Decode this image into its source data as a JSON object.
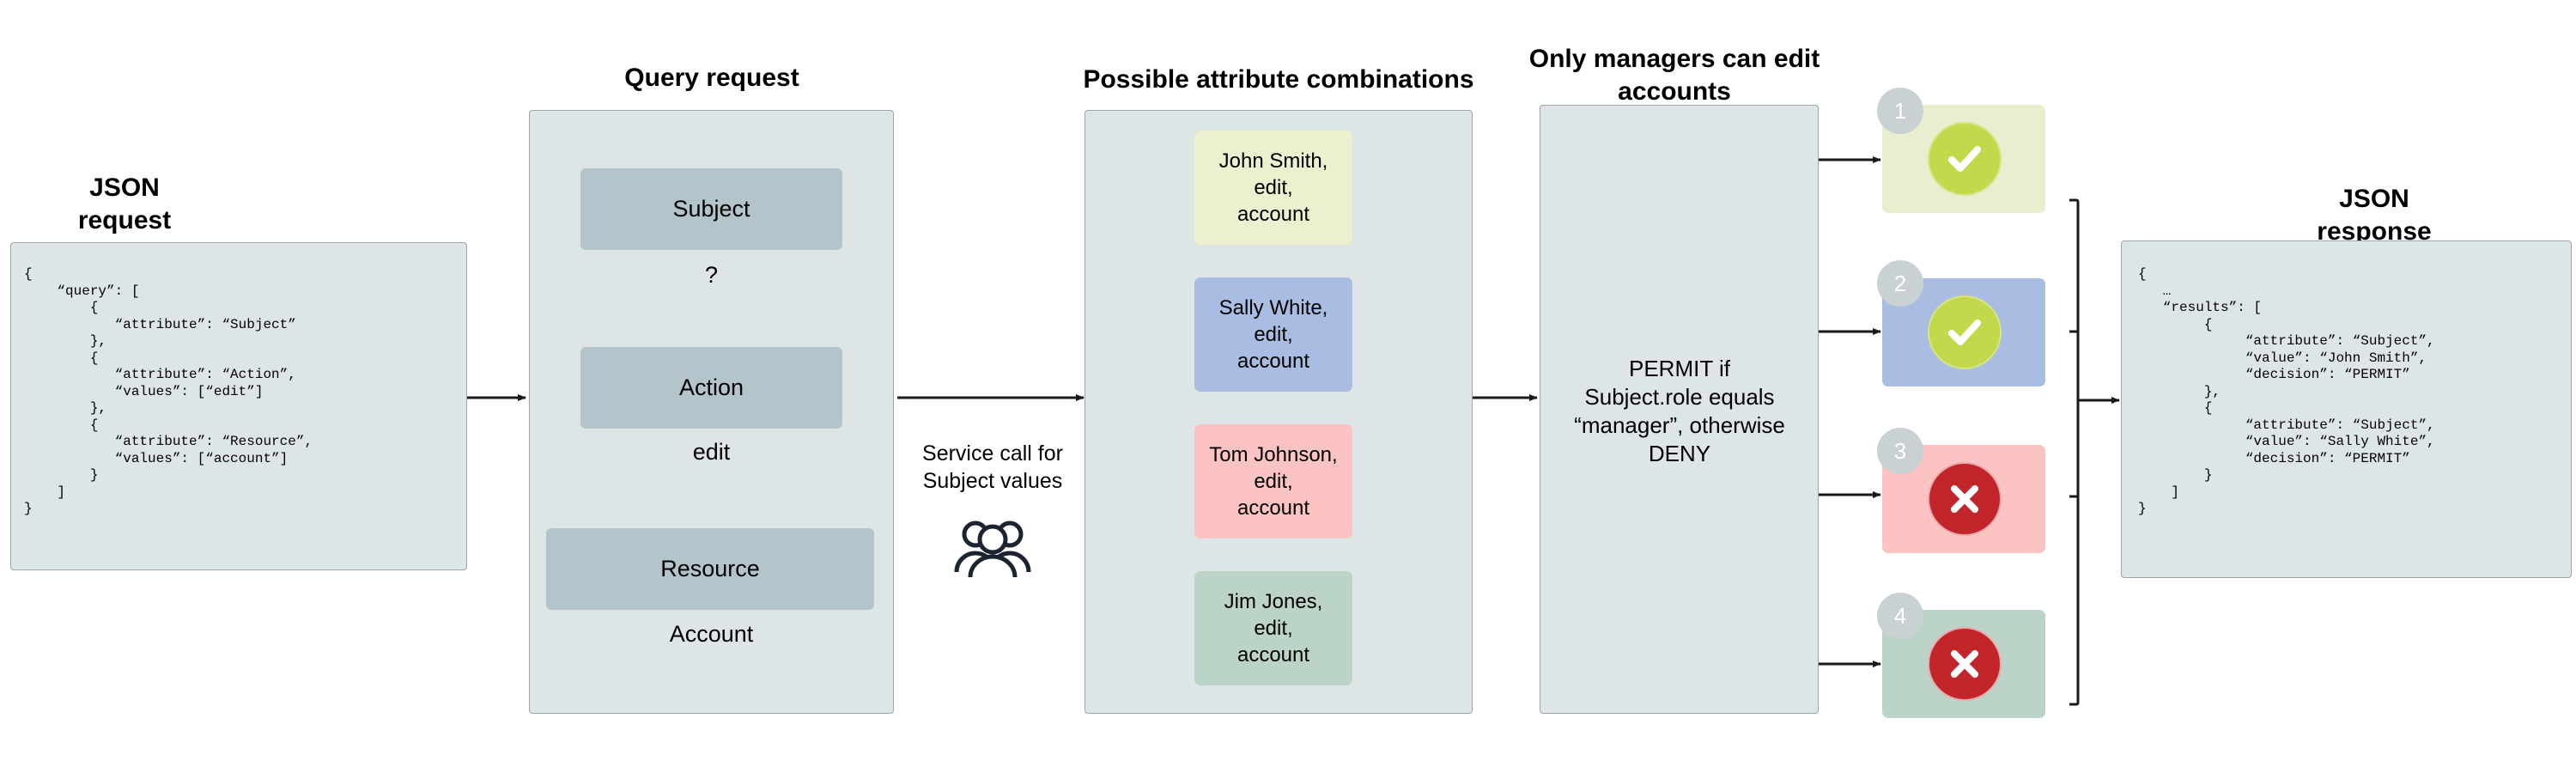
{
  "diagram": {
    "title_json_request": "JSON\nrequest",
    "title_query_request": "Query request",
    "title_combinations": "Possible attribute combinations",
    "title_policy": "Only managers can edit\naccounts",
    "title_json_response": "JSON\nresponse"
  },
  "json_request": {
    "code": "{\n    “query”: [\n        {\n           “attribute”: “Subject”\n        },\n        {\n           “attribute”: “Action”,\n           “values”: [“edit”]\n        },\n        {\n           “attribute”: “Resource”,\n           “values”: [“account”]\n        }\n    ]\n}"
  },
  "json_response": {
    "code": "{\n   …\n   “results”: [\n        {\n             “attribute”: “Subject”,\n             “value”: “John Smith”,\n             “decision”: “PERMIT”\n        },\n        {\n             “attribute”: “Subject”,\n             “value”: “Sally White”,\n             “decision”: “PERMIT”\n        }\n    ]\n}"
  },
  "query_request": {
    "fields": [
      {
        "label": "Subject",
        "value": "?"
      },
      {
        "label": "Action",
        "value": "edit"
      },
      {
        "label": "Resource",
        "value": "Account"
      }
    ]
  },
  "service_call": {
    "label": "Service call for\nSubject values",
    "icon": "people-icon"
  },
  "combinations": {
    "cards": [
      {
        "subject": "John Smith,",
        "action": "edit,",
        "resource": "account",
        "color": "#ecf0cf"
      },
      {
        "subject": "Sally White,",
        "action": "edit,",
        "resource": "account",
        "color": "#a8bde1"
      },
      {
        "subject": "Tom Johnson,",
        "action": "edit,",
        "resource": "account",
        "color": "#fcc3c3"
      },
      {
        "subject": "Jim Jones,",
        "action": "edit,",
        "resource": "account",
        "color": "#bcd4c8"
      }
    ]
  },
  "policy": {
    "rule": "PERMIT if\nSubject.role equals\n“manager”, otherwise\nDENY"
  },
  "decisions": [
    {
      "number": "1",
      "decision": "PERMIT",
      "icon": "check-icon",
      "card_color": "#e8efcf"
    },
    {
      "number": "2",
      "decision": "PERMIT",
      "icon": "check-icon",
      "card_color": "#a8bde1"
    },
    {
      "number": "3",
      "decision": "DENY",
      "icon": "cross-icon",
      "card_color": "#fcc3c3"
    },
    {
      "number": "4",
      "decision": "DENY",
      "icon": "cross-icon",
      "card_color": "#bcd4c8"
    }
  ],
  "colors": {
    "panel_bg": "#dde5e6",
    "panel_border": "#9aa6a8",
    "field_bg": "#b3c5cb",
    "permit_green": "#c3d94b",
    "deny_red": "#c2262b",
    "badge_grey": "#c9d1d3",
    "line": "#1a1a1a"
  }
}
